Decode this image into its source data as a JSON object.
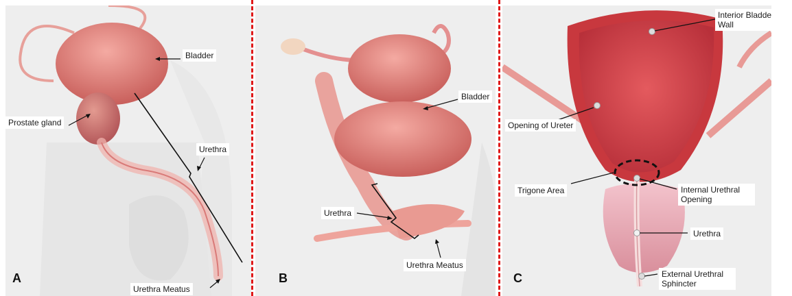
{
  "panels": {
    "a": {
      "letter": "A",
      "labels": {
        "bladder": "Bladder",
        "prostate": "Prostate gland",
        "urethra": "Urethra",
        "meatus": "Urethra Meatus"
      }
    },
    "b": {
      "letter": "B",
      "labels": {
        "bladder": "Bladder",
        "urethra": "Urethra",
        "meatus": "Urethra Meatus"
      }
    },
    "c": {
      "letter": "C",
      "labels": {
        "interior_wall_line1": "Interior Bladder",
        "interior_wall_line2": "Wall",
        "ureter_opening": "Opening of Ureter",
        "trigone": "Trigone Area",
        "internal_opening_line1": "Internal Urethral",
        "internal_opening_line2": "Opening",
        "urethra": "Urethra",
        "external_sphincter_line1": "External Urethral",
        "external_sphincter_line2": "Sphincter"
      }
    }
  },
  "colors": {
    "separator": "#e01818",
    "organ": "#e8837c",
    "bladder_interior": "#d8444a",
    "background": "#eeeeee"
  }
}
